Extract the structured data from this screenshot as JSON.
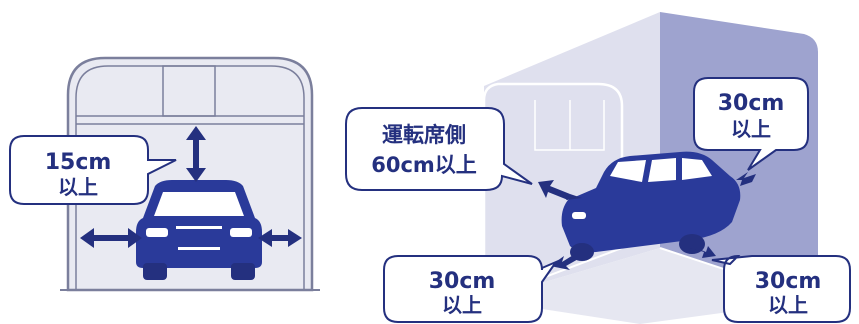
{
  "colors": {
    "navy": "#24307f",
    "car": "#2a3a9a",
    "light": "#e9eaf2",
    "wall": "#d7d9ea",
    "wall_dark": "#9ea3cf",
    "line": "#7b7f9c",
    "white": "#ffffff"
  },
  "left_panel": {
    "callout": {
      "line1": "15cm",
      "line2": "以上"
    }
  },
  "right_panel": {
    "callout_driver": {
      "line1": "運転席側",
      "line2": "60cm以上"
    },
    "callout_top_right": {
      "line1": "30cm",
      "line2": "以上"
    },
    "callout_bottom_left": {
      "line1": "30cm",
      "line2": "以上"
    },
    "callout_bottom_right": {
      "line1": "30cm",
      "line2": "以上"
    }
  }
}
